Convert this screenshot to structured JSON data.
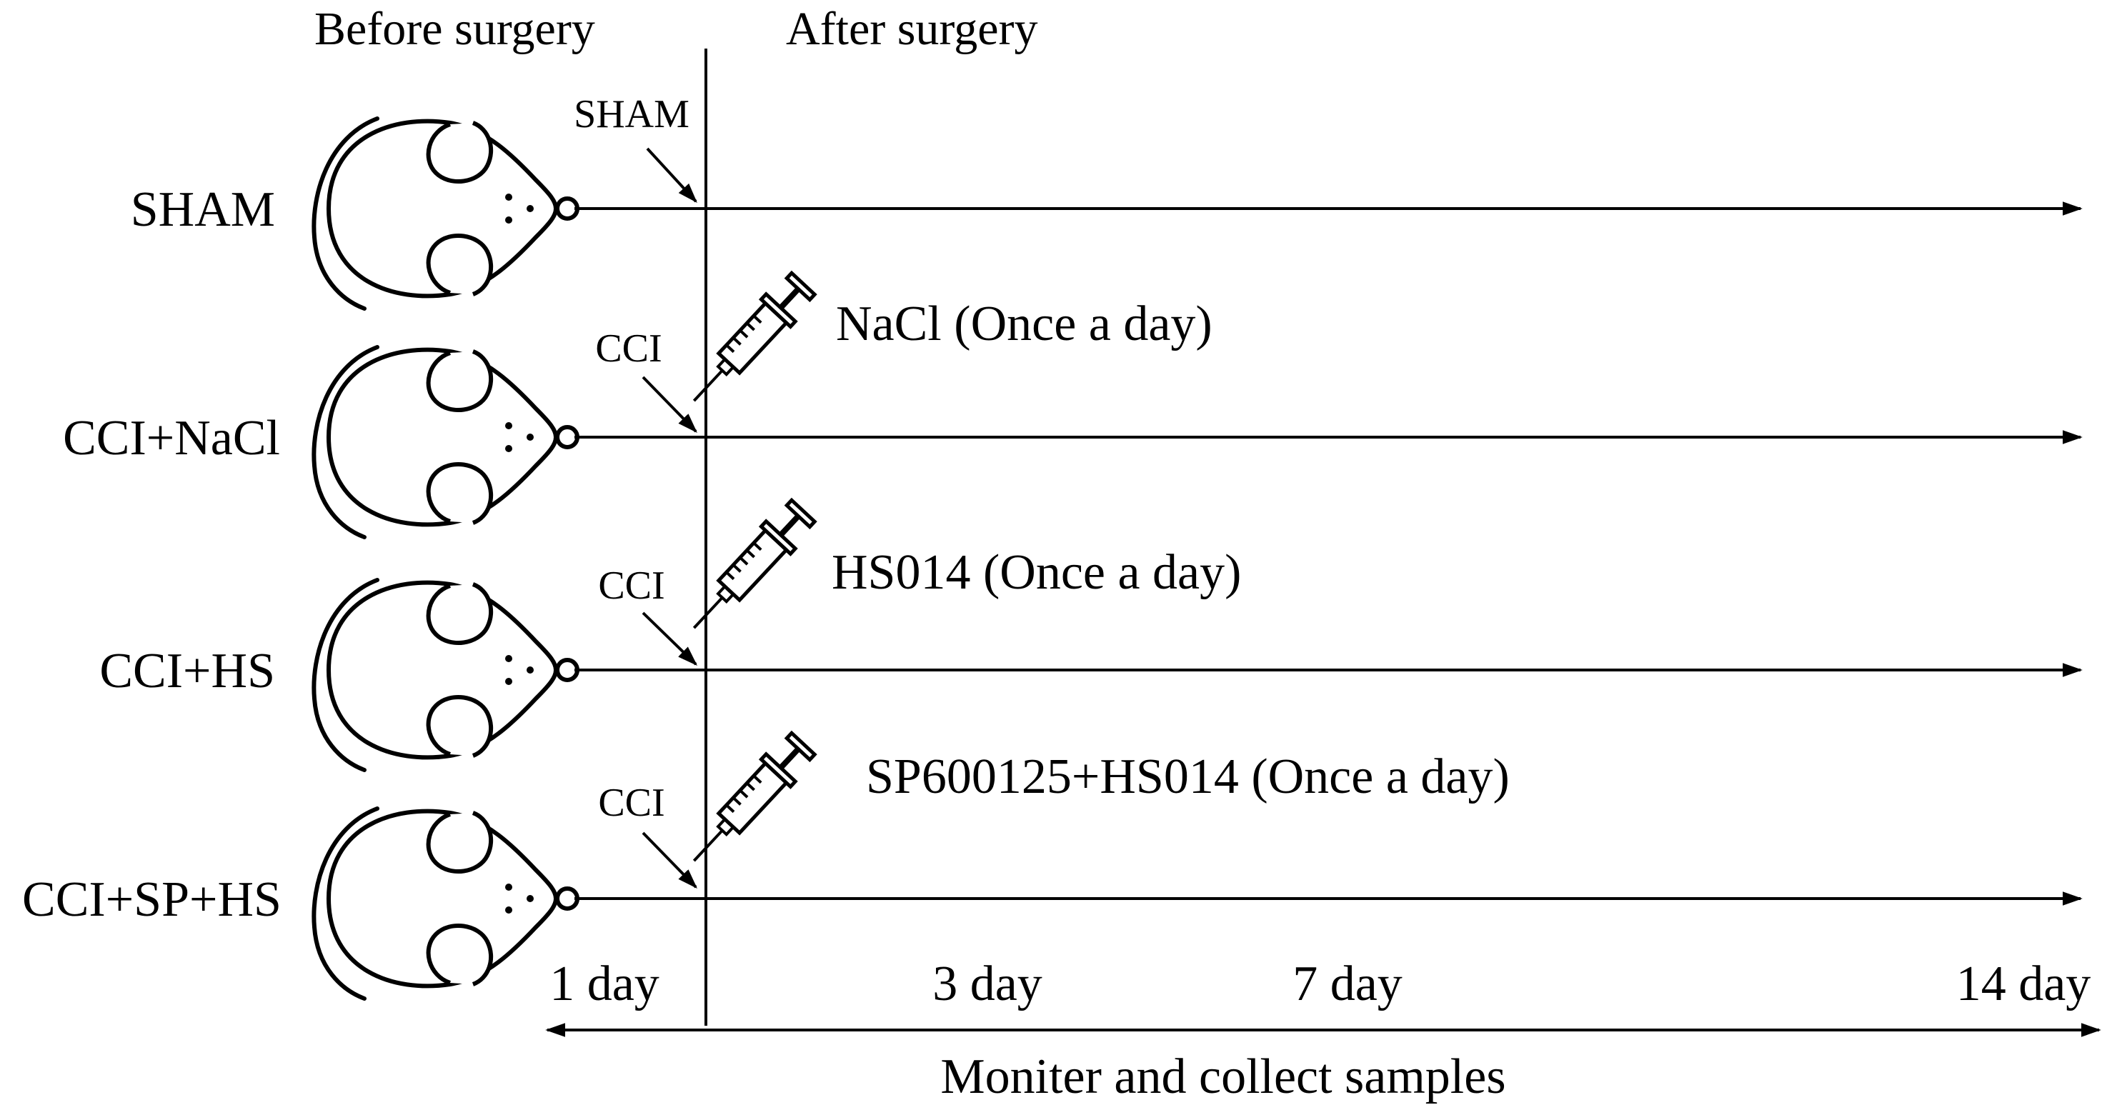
{
  "header": {
    "before": "Before surgery",
    "after": "After surgery"
  },
  "groups": [
    {
      "label": "SHAM",
      "marker": "SHAM",
      "treatment": ""
    },
    {
      "label": "CCI+NaCl",
      "marker": "CCI",
      "treatment": "NaCl (Once a day)"
    },
    {
      "label": "CCI+HS",
      "marker": "CCI",
      "treatment": "HS014 (Once a day)"
    },
    {
      "label": "CCI+SP+HS",
      "marker": "CCI",
      "treatment": "SP600125+HS014 (Once a day)"
    }
  ],
  "timepoints": [
    "1 day",
    "3 day",
    "7 day",
    "14 day"
  ],
  "footer": "Moniter and collect samples",
  "icons": {
    "animal": "mouse-icon",
    "injection": "syringe-icon"
  },
  "colors": {
    "ink": "#000000",
    "background": "#ffffff"
  }
}
